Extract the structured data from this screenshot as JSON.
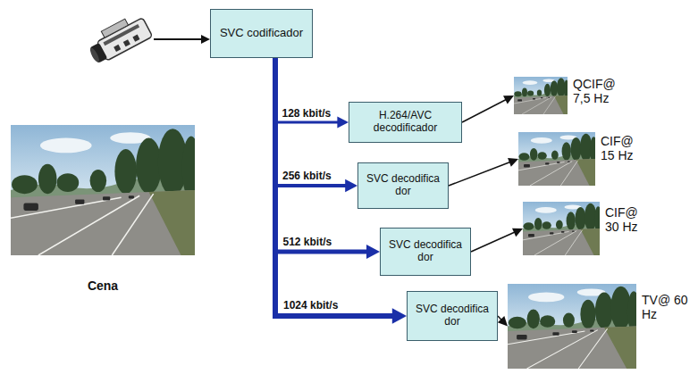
{
  "diagram": {
    "nodes": [
      {
        "text": [
          "SVC codificador"
        ]
      },
      {
        "text": [
          "H.264/AVC decodificador"
        ]
      },
      {
        "text": [
          "QCIF@ 7,5 Hz"
        ]
      },
      {
        "text": [
          "SVC decodifica dor"
        ]
      },
      {
        "text": [
          "CIF@ 15 Hz"
        ]
      },
      {
        "text": [
          "SVC decodifica dor"
        ]
      },
      {
        "text": [
          "CIF@ 30 Hz"
        ]
      },
      {
        "text": [
          "SVC decodifica dor"
        ]
      },
      {
        "text": [
          "TV@ 60 Hz"
        ]
      }
    ],
    "edges": [
      {
        "from": 0,
        "to": 1,
        "label": "128 kbit/s",
        "arrow": "to"
      },
      {
        "from": 0,
        "to": 3,
        "label": "256 kbit/s",
        "arrow": "to"
      },
      {
        "from": 0,
        "to": 5,
        "label": "512 kbit/s",
        "arrow": "to"
      },
      {
        "from": 0,
        "to": 7,
        "label": "1024 kbit/s",
        "arrow": "to"
      },
      {
        "from": 1,
        "to": 2,
        "arrow": "to"
      },
      {
        "from": 3,
        "to": 4,
        "arrow": "to"
      },
      {
        "from": 5,
        "to": 6,
        "arrow": "to"
      },
      {
        "from": 7,
        "to": 8,
        "arrow": "to"
      }
    ],
    "labels": [
      "Cena"
    ]
  }
}
